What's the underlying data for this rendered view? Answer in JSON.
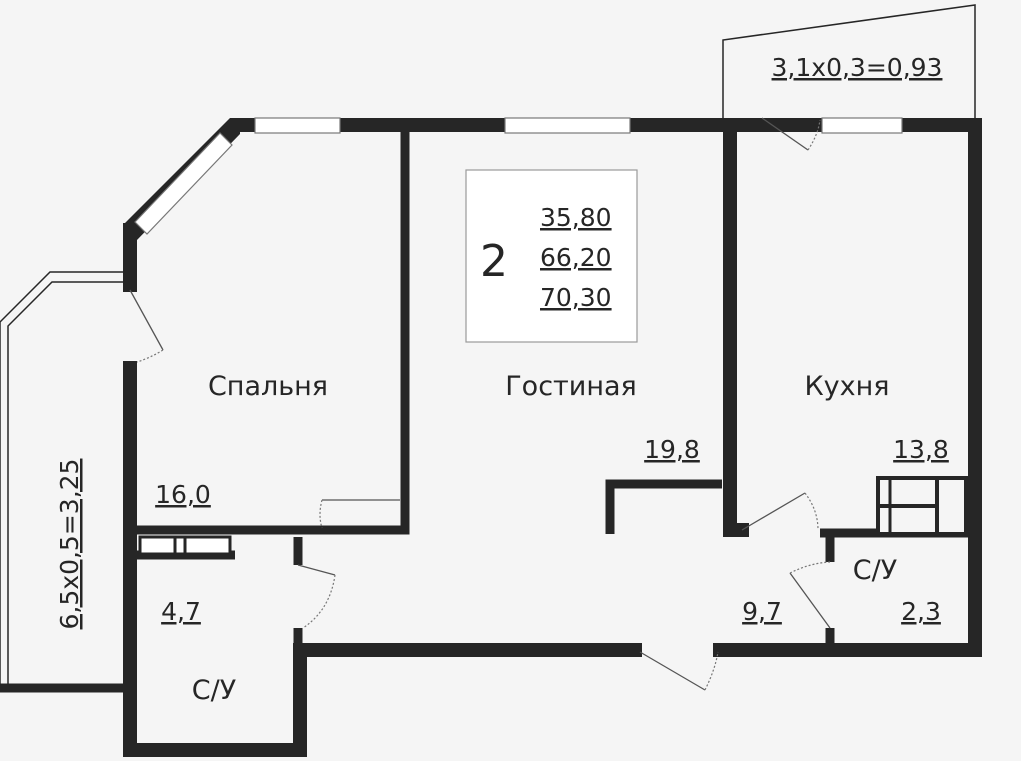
{
  "apartment": {
    "rooms_count": "2",
    "living_area": "35,80",
    "total_area": "66,20",
    "total_area_with_balconies": "70,30"
  },
  "rooms": {
    "bedroom": {
      "name": "Спальня",
      "area": "16,0"
    },
    "living": {
      "name": "Гостиная",
      "area": "19,8"
    },
    "kitchen": {
      "name": "Кухня",
      "area": "13,8"
    },
    "bath1": {
      "name": "С/У",
      "area": "4,7"
    },
    "hall": {
      "area": "9,7"
    },
    "bath2": {
      "name": "С/У",
      "area": "2,3"
    }
  },
  "balconies": {
    "top": "3,1x0,3=0,93",
    "left": "6,5x0,5=3,25"
  },
  "colors": {
    "wall": "#262626",
    "background": "#f5f5f5"
  }
}
